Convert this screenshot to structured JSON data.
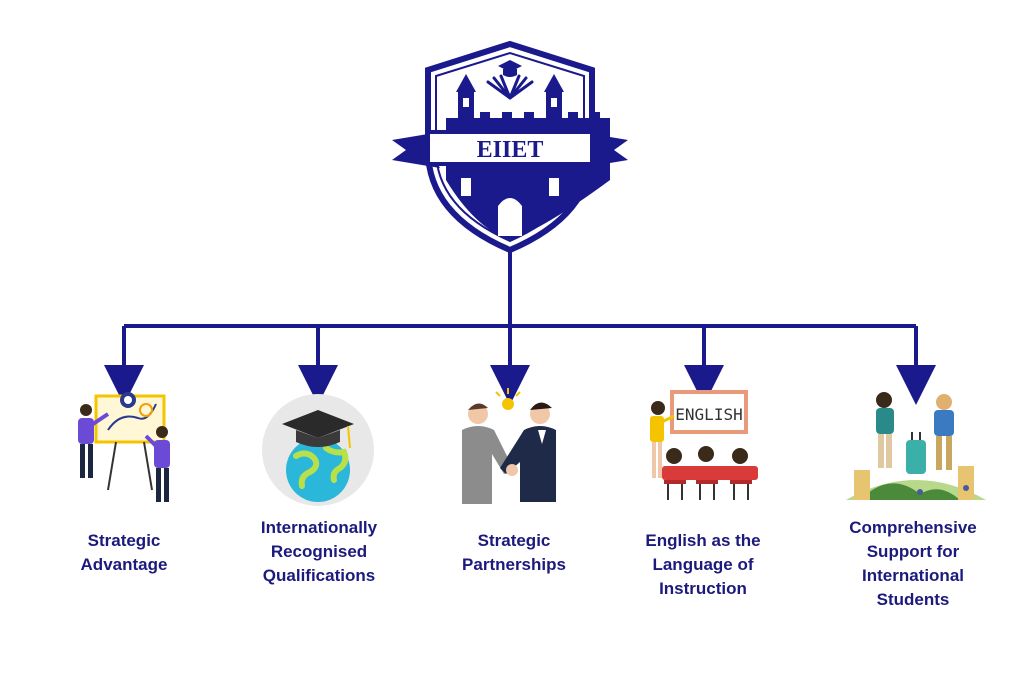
{
  "colors": {
    "navy": "#1a1a8c",
    "label": "#1c1a7c",
    "purple": "#6b4bd6",
    "yellow": "#f5c400"
  },
  "logo": {
    "text": "EIIET",
    "icon_name": "castle-shield-logo"
  },
  "items": [
    {
      "lines": [
        "Strategic",
        "Advantage"
      ],
      "icon": "presentation-strategy-icon"
    },
    {
      "lines": [
        "Internationally",
        "Recognised",
        "Qualifications"
      ],
      "icon": "graduation-globe-icon"
    },
    {
      "lines": [
        "Strategic",
        "Partnerships"
      ],
      "icon": "handshake-icon"
    },
    {
      "lines": [
        "English as the",
        "Language of",
        "Instruction"
      ],
      "icon": "english-classroom-icon"
    },
    {
      "lines": [
        "Comprehensive",
        "Support for",
        "International",
        "Students"
      ],
      "icon": "travelling-students-icon"
    }
  ]
}
